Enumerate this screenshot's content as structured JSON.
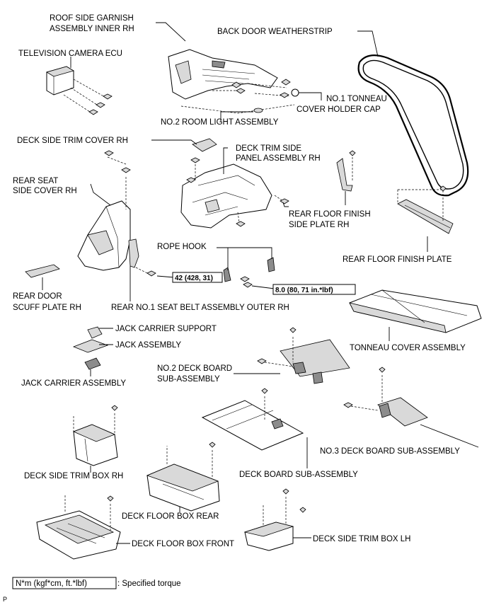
{
  "labels": {
    "roof_side_garnish_1": "ROOF SIDE GARNISH",
    "roof_side_garnish_2": "ASSEMBLY INNER RH",
    "back_door_weatherstrip": "BACK DOOR WEATHERSTRIP",
    "television_camera_ecu": "TELEVISION CAMERA ECU",
    "tonneau_cover_holder_cap_1": "NO.1 TONNEAU",
    "tonneau_cover_holder_cap_2": "COVER HOLDER CAP",
    "room_light_assembly": "NO.2 ROOM LIGHT ASSEMBLY",
    "deck_side_trim_cover": "DECK SIDE TRIM COVER RH",
    "deck_trim_side_panel_1": "DECK TRIM SIDE",
    "deck_trim_side_panel_2": "PANEL ASSEMBLY RH",
    "rear_seat_side_cover_1": "REAR SEAT",
    "rear_seat_side_cover_2": "SIDE COVER RH",
    "rear_floor_finish_side_plate_1": "REAR FLOOR FINISH",
    "rear_floor_finish_side_plate_2": "SIDE PLATE RH",
    "rope_hook": "ROPE HOOK",
    "rear_floor_finish_plate": "REAR FLOOR FINISH PLATE",
    "rear_door_scuff_plate_1": "REAR DOOR",
    "rear_door_scuff_plate_2": "SCUFF PLATE RH",
    "rear_seat_belt": "REAR NO.1 SEAT BELT ASSEMBLY OUTER RH",
    "jack_carrier_support": "JACK CARRIER SUPPORT",
    "jack_assembly": "JACK ASSEMBLY",
    "tonneau_cover_assembly": "TONNEAU COVER ASSEMBLY",
    "no2_deck_board_1": "NO.2 DECK BOARD",
    "no2_deck_board_2": "SUB-ASSEMBLY",
    "jack_carrier_assembly": "JACK CARRIER ASSEMBLY",
    "no3_deck_board": "NO.3 DECK BOARD SUB-ASSEMBLY",
    "deck_side_trim_box_rh": "DECK SIDE TRIM BOX RH",
    "deck_board_sub_assembly": "DECK BOARD SUB-ASSEMBLY",
    "deck_floor_box_rear": "DECK FLOOR BOX REAR",
    "deck_floor_box_front": "DECK FLOOR BOX FRONT",
    "deck_side_trim_box_lh": "DECK SIDE TRIM BOX LH"
  },
  "torques": {
    "seat_belt": "42 (428, 31)",
    "rope_hook": "8.0 (80, 71 in.*lbf)"
  },
  "legend": {
    "unit_box": "N*m (kgf*cm, ft.*lbf)",
    "description": ": Specified torque"
  },
  "footer": {
    "code": "P"
  }
}
